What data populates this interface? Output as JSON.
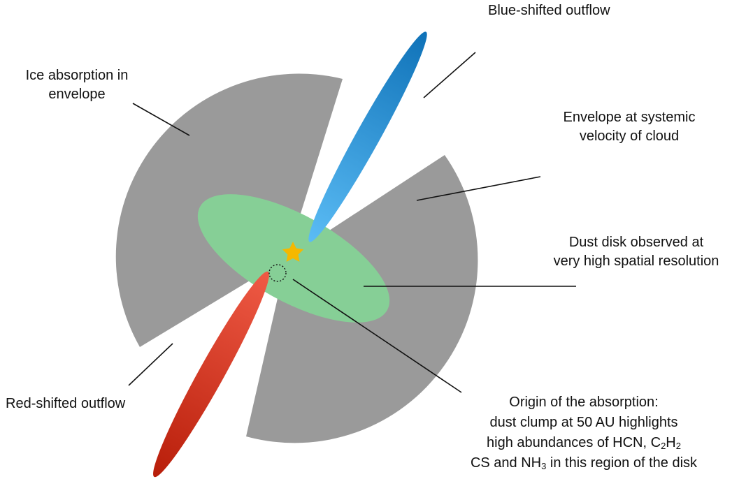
{
  "labels": {
    "blue_outflow": "Blue-shifted outflow",
    "ice_absorption": [
      "Ice absorption in",
      "envelope"
    ],
    "envelope_velocity": [
      "Envelope at systemic",
      "velocity of cloud"
    ],
    "dust_disk": [
      "Dust disk observed at",
      "very high spatial resolution"
    ],
    "red_outflow": "Red-shifted outflow",
    "origin": {
      "line1": "Origin of the absorption:",
      "line2": "dust clump at 50 AU highlights",
      "line3_prefix": "high abundances of HCN, C",
      "line3_sub1": "2",
      "line3_mid": "H",
      "line3_sub2": "2",
      "line4_prefix": "CS and NH",
      "line4_sub": "3",
      "line4_suffix": " in this region of the disk"
    }
  },
  "colors": {
    "envelope": "#9a9a9a",
    "disk": "#86cf96",
    "blue_outflow_light": "#5bbcf5",
    "blue_outflow_dark": "#0f72b8",
    "red_outflow_light": "#ef5a45",
    "red_outflow_dark": "#b81e0a",
    "star": "#f5b800",
    "leader_lines": "#111111"
  },
  "icons": {
    "protostar": "star-icon",
    "absorption_region": "dashed-circle-icon"
  }
}
